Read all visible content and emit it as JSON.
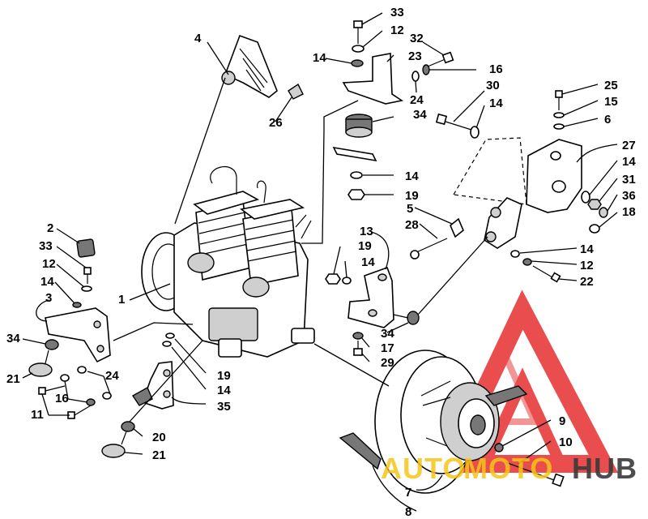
{
  "diagram": {
    "callouts": {
      "c1": "1",
      "c2": "2",
      "c3": "3",
      "c4": "4",
      "c5": "5",
      "c6": "6",
      "c7": "7",
      "c8": "8",
      "c9": "9",
      "c10": "10",
      "c11": "11",
      "c12_left": "12",
      "c12_top": "12",
      "c12_right": "12",
      "c13": "13",
      "c14_left": "14",
      "c14_top": "14",
      "c14_mid": "14",
      "c14_bracket": "14",
      "c14_lower": "14",
      "c14_right": "14",
      "c14_plate": "14",
      "c14_mount": "14",
      "c15": "15",
      "c16_top": "16",
      "c16_left": "16",
      "c17": "17",
      "c18": "18",
      "c19_mid": "19",
      "c19_bracket": "19",
      "c19_lower": "19",
      "c20": "20",
      "c21_left": "21",
      "c21_bottom": "21",
      "c22": "22",
      "c23": "23",
      "c24_top": "24",
      "c24_left": "24",
      "c25": "25",
      "c26": "26",
      "c27": "27",
      "c28": "28",
      "c29": "29",
      "c30": "30",
      "c31": "31",
      "c32": "32",
      "c33_top": "33",
      "c33_left": "33",
      "c34_mid": "34",
      "c34_left": "34",
      "c34_bracket": "34",
      "c35": "35",
      "c36": "36"
    }
  },
  "watermark": {
    "word_a": "AUTO",
    "word_b": "MOTO",
    "word_c": "HUB",
    "color_red": "#e83a3a",
    "color_yellow": "#f5c518",
    "color_dark": "#3a3a3a"
  }
}
